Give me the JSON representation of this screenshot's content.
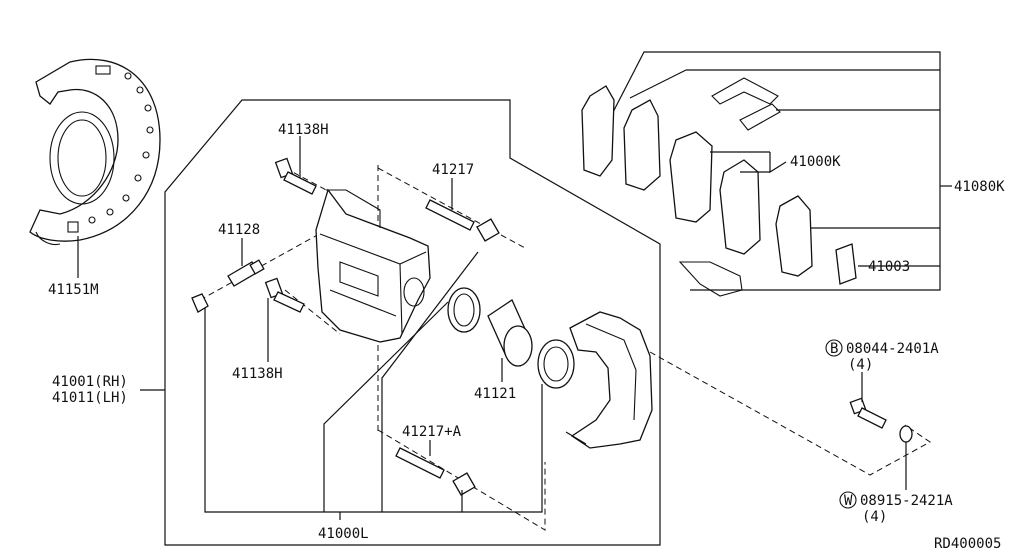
{
  "diagram_code": "RD400005",
  "labels": {
    "shield": "41151M",
    "bolt_upper": "41138H",
    "bolt_lower": "41138H",
    "bleeder": "41128",
    "pin_upper": "41217",
    "pin_lower": "41217+A",
    "piston": "41121",
    "caliper_rh": "41001(RH)",
    "caliper_lh": "41011(LH)",
    "caliper_assy": "41000L",
    "pad_kit": "41000K",
    "pad_set": "41080K",
    "shim": "41003"
  },
  "fasteners": {
    "bolt": {
      "marker": "B",
      "part": "08044-2401A",
      "qty": "(4)"
    },
    "washer": {
      "marker": "W",
      "part": "08915-2421A",
      "qty": "(4)"
    }
  }
}
